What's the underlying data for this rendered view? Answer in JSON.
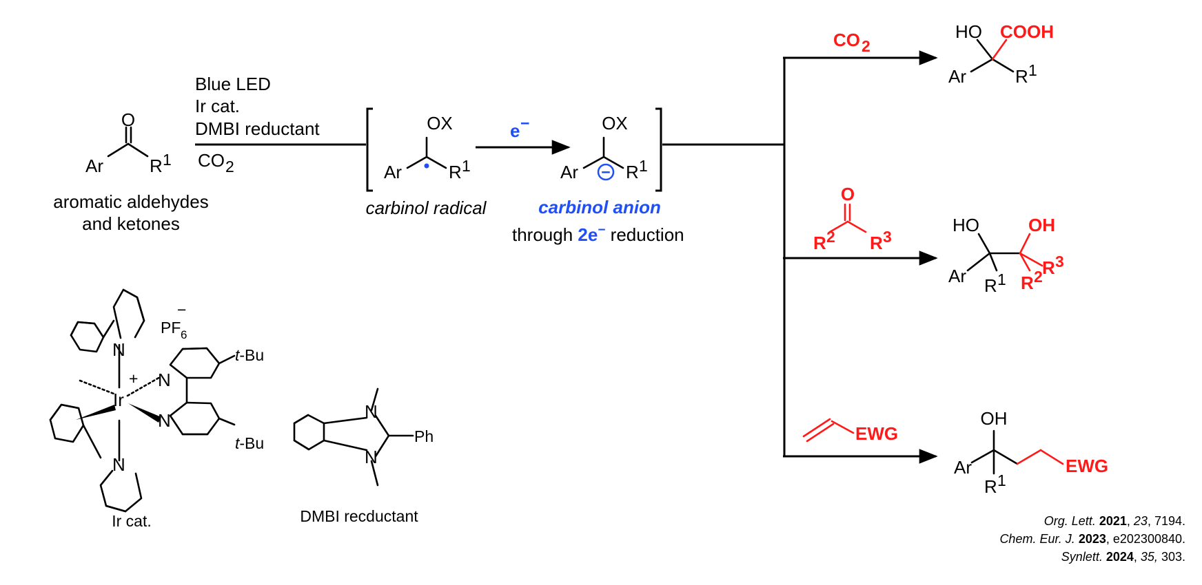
{
  "conditions": {
    "light": "Blue LED",
    "catalyst": "Ir cat.",
    "reductant": "DMBI reductant",
    "gas": "CO",
    "gas_sub": "2"
  },
  "substrate": {
    "label_line1": "aromatic aldehydes",
    "label_line2": "and ketones"
  },
  "intermediates": {
    "radical_label": "carbinol radical",
    "electron": "e",
    "electron_sup": "−",
    "anion_label": "carbinol anion",
    "reduction_prefix": "through ",
    "reduction_bold": "2e",
    "reduction_sup": "−",
    "reduction_suffix": " reduction"
  },
  "atoms": {
    "O": "O",
    "OX": "OX",
    "Ar": "Ar",
    "R": "R",
    "one": "1",
    "two": "2",
    "three": "3",
    "HO": "HO",
    "OH": "OH",
    "COOH": "COOH",
    "EWG": "EWG",
    "minus_circle": "−",
    "N": "N",
    "Ir": "Ir",
    "plus": "+",
    "PF": "PF",
    "six": "6",
    "minus": "−",
    "tBu": "t",
    "tBu_rest": "-Bu",
    "Ph": "Ph"
  },
  "reagents": {
    "co2": "CO",
    "co2_sub": "2"
  },
  "bottom_labels": {
    "ir_cat": "Ir cat.",
    "dmbi": "DMBI recductant"
  },
  "references": [
    {
      "journal": "Org. Lett.",
      "year": "2021",
      "volume": "23",
      "pages": "7194."
    },
    {
      "journal": "Chem. Eur. J.",
      "year": "2023",
      "volume": "",
      "pages": "e202300840."
    },
    {
      "journal": "Synlett.",
      "year": "2024",
      "volume": "35,",
      "pages": "303."
    }
  ],
  "colors": {
    "reagent_red": "#ff1a1a",
    "accent_blue": "#1f4ff5"
  }
}
